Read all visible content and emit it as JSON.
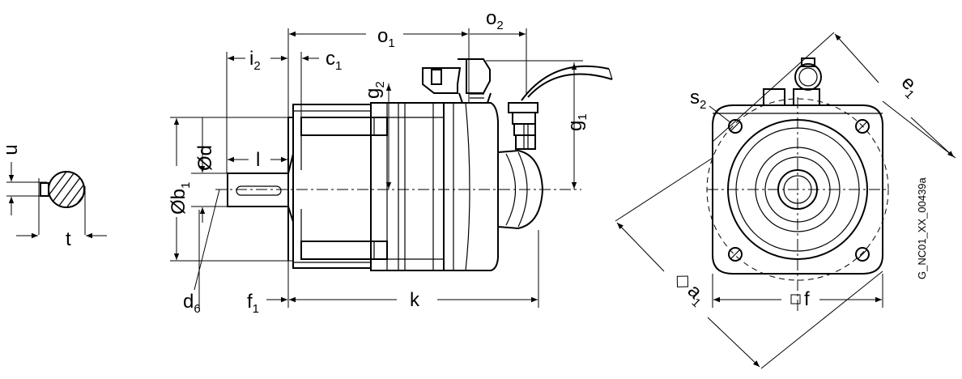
{
  "labels": {
    "u": "u",
    "t": "t",
    "i": "i",
    "i_sub": "2",
    "c": "c",
    "c_sub": "1",
    "o1": "o",
    "o1_sub": "1",
    "o2": "o",
    "o2_sub": "2",
    "g2": "g",
    "g2_sub": "2",
    "g1": "g",
    "g1_sub": "1",
    "d": "Ød",
    "b": "Øb",
    "b_sub": "1",
    "l": "l",
    "d6": "d",
    "d6_sub": "6",
    "f1": "f",
    "f1_sub": "1",
    "k": "k",
    "s2": "s",
    "s2_sub": "2",
    "e1": "e",
    "e1_sub": "1",
    "a1": "a",
    "a1_sub": "1",
    "f": "f"
  },
  "drawing_code": "G_NC01_XX_00439a"
}
